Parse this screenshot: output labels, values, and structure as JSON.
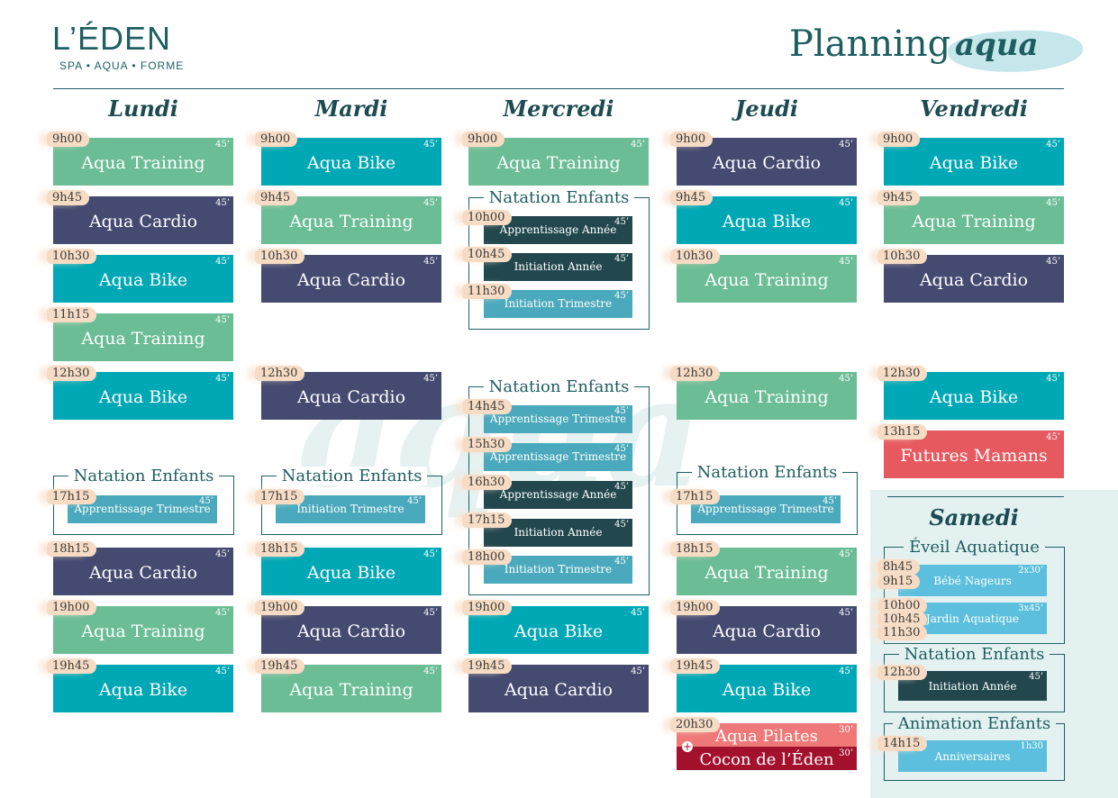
{
  "brand": {
    "name": "L’ÉDEN",
    "tagline": "SPA • AQUA • FORME"
  },
  "page_title": {
    "word1": "Planning",
    "word2": "aqua"
  },
  "watermark": "aqua",
  "colors": {
    "aqua_training": "#6bbd95",
    "aqua_cardio": "#444a70",
    "aqua_bike": "#00a8b5",
    "natation_light": "#4aa9bc",
    "natation_dark": "#22484e",
    "futures_mamans": "#e6595f",
    "aqua_pilates": "#ef7878",
    "cocon": "#a3112c",
    "samedi_kids": "#5bbfdd",
    "frame": "#1f5f62",
    "time_tag": "#f6dcc4"
  },
  "days": {
    "lundi": "Lundi",
    "mardi": "Mardi",
    "mercredi": "Mercredi",
    "jeudi": "Jeudi",
    "vendredi": "Vendredi",
    "samedi": "Samedi"
  },
  "lundi": [
    {
      "time": "9h00",
      "name": "Aqua Training",
      "duration": "45’"
    },
    {
      "time": "9h45",
      "name": "Aqua Cardio",
      "duration": "45’"
    },
    {
      "time": "10h30",
      "name": "Aqua Bike",
      "duration": "45’"
    },
    {
      "time": "11h15",
      "name": "Aqua Training",
      "duration": "45’"
    },
    {
      "time": "12h30",
      "name": "Aqua Bike",
      "duration": "45’"
    },
    {
      "group": "Natation Enfants",
      "time": "17h15",
      "name": "Apprentissage Trimestre",
      "duration": "45’"
    },
    {
      "time": "18h15",
      "name": "Aqua Cardio",
      "duration": "45’"
    },
    {
      "time": "19h00",
      "name": "Aqua Training",
      "duration": "45’"
    },
    {
      "time": "19h45",
      "name": "Aqua Bike",
      "duration": "45’"
    }
  ],
  "mardi": [
    {
      "time": "9h00",
      "name": "Aqua Bike",
      "duration": "45’"
    },
    {
      "time": "9h45",
      "name": "Aqua Training",
      "duration": "45’"
    },
    {
      "time": "10h30",
      "name": "Aqua Cardio",
      "duration": "45’"
    },
    {
      "time": "12h30",
      "name": "Aqua Cardio",
      "duration": "45’"
    },
    {
      "group": "Natation Enfants",
      "time": "17h15",
      "name": "Initiation Trimestre",
      "duration": "45’"
    },
    {
      "time": "18h15",
      "name": "Aqua Bike",
      "duration": "45’"
    },
    {
      "time": "19h00",
      "name": "Aqua Cardio",
      "duration": "45’"
    },
    {
      "time": "19h45",
      "name": "Aqua Training",
      "duration": "45’"
    }
  ],
  "mercredi": {
    "top": {
      "time": "9h00",
      "name": "Aqua Training",
      "duration": "45’"
    },
    "group1": {
      "title": "Natation Enfants",
      "items": [
        {
          "time": "10h00",
          "name": "Apprentissage Année",
          "duration": "45’"
        },
        {
          "time": "10h45",
          "name": "Initiation Année",
          "duration": "45’"
        },
        {
          "time": "11h30",
          "name": "Initiation Trimestre",
          "duration": "45’"
        }
      ]
    },
    "group2": {
      "title": "Natation Enfants",
      "items": [
        {
          "time": "14h45",
          "name": "Apprentissage Trimestre",
          "duration": "45’"
        },
        {
          "time": "15h30",
          "name": "Apprentissage Trimestre",
          "duration": "45’"
        },
        {
          "time": "16h30",
          "name": "Apprentissage Année",
          "duration": "45’"
        },
        {
          "time": "17h15",
          "name": "Initiation Année",
          "duration": "45’"
        },
        {
          "time": "18h00",
          "name": "Initiation Trimestre",
          "duration": "45’"
        }
      ]
    },
    "bottom": [
      {
        "time": "19h00",
        "name": "Aqua Bike",
        "duration": "45’"
      },
      {
        "time": "19h45",
        "name": "Aqua Cardio",
        "duration": "45’"
      }
    ]
  },
  "jeudi": [
    {
      "time": "9h00",
      "name": "Aqua Cardio",
      "duration": "45’"
    },
    {
      "time": "9h45",
      "name": "Aqua Bike",
      "duration": "45’"
    },
    {
      "time": "10h30",
      "name": "Aqua Training",
      "duration": "45’"
    },
    {
      "time": "12h30",
      "name": "Aqua Training",
      "duration": "45’"
    },
    {
      "group": "Natation Enfants",
      "time": "17h15",
      "name": "Apprentissage Trimestre",
      "duration": "45’"
    },
    {
      "time": "18h15",
      "name": "Aqua Training",
      "duration": "45’"
    },
    {
      "time": "19h00",
      "name": "Aqua Cardio",
      "duration": "45’"
    },
    {
      "time": "19h45",
      "name": "Aqua Bike",
      "duration": "45’"
    },
    {
      "time": "20h30",
      "name": "Aqua Pilates",
      "duration": "30’",
      "plus": "+",
      "extra_name": "Cocon de l’Éden",
      "extra_duration": "30’"
    }
  ],
  "vendredi": [
    {
      "time": "9h00",
      "name": "Aqua Bike",
      "duration": "45’"
    },
    {
      "time": "9h45",
      "name": "Aqua Training",
      "duration": "45’"
    },
    {
      "time": "10h30",
      "name": "Aqua Cardio",
      "duration": "45’"
    },
    {
      "time": "12h30",
      "name": "Aqua Bike",
      "duration": "45’"
    },
    {
      "time": "13h15",
      "name": "Futures Mamans",
      "duration": "45’"
    }
  ],
  "samedi": {
    "eveil": {
      "title": "Éveil Aquatique",
      "items": [
        {
          "time1": "8h45",
          "time2": "9h15",
          "name": "Bébé Nageurs",
          "duration": "2x30’"
        },
        {
          "time1": "10h00",
          "time2": "10h45",
          "time3": "11h30",
          "name": "Jardin Aquatique",
          "duration": "3x45’"
        }
      ]
    },
    "natation": {
      "title": "Natation Enfants",
      "time": "12h30",
      "name": "Initiation Année",
      "duration": "45’"
    },
    "animation": {
      "title": "Animation Enfants",
      "time": "14h15",
      "name": "Anniversaires",
      "duration": "1h30"
    }
  }
}
